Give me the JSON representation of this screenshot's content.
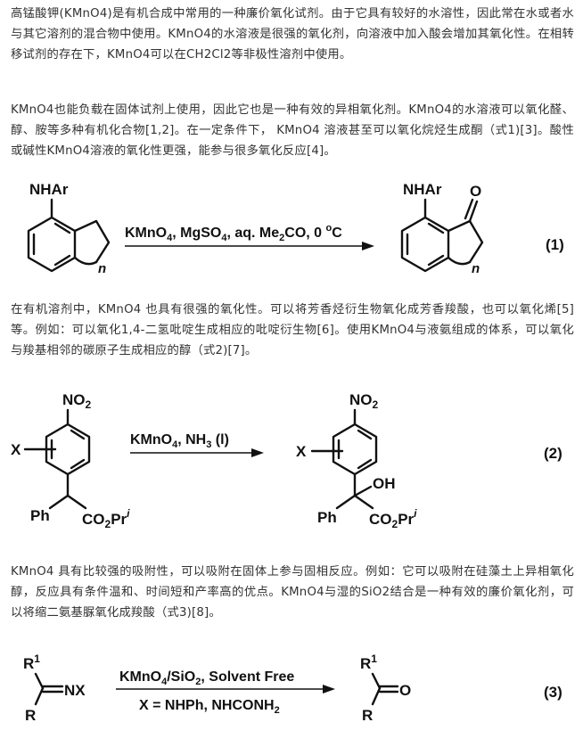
{
  "paragraphs": {
    "p1": "高锰酸钾(KMnO4)是有机合成中常用的一种廉价氧化试剂。由于它具有较好的水溶性，因此常在水或者水与其它溶剂的混合物中使用。KMnO4的水溶液是很强的氧化剂，向溶液中加入酸会增加其氧化性。在相转移试剂的存在下，KMnO4可以在CH2Cl2等非极性溶剂中使用。",
    "p2": "KMnO4也能负载在固体试剂上使用，因此它也是一种有效的异相氧化剂。KMnO4的水溶液可以氧化醛、醇、胺等多种有机化合物[1,2]。在一定条件下， KMnO4 溶液甚至可以氧化烷烃生成酮（式1)[3]。酸性或碱性KMnO4溶液的氧化性更强，能参与很多氧化反应[4]。",
    "p3": "在有机溶剂中，KMnO4 也具有很强的氧化性。可以将芳香烃衍生物氧化成芳香羧酸，也可以氧化烯[5]等。例如：可以氧化1,4-二氢吡啶生成相应的吡啶衍生物[6]。使用KMnO4与液氨组成的体系，可以氧化与羧基相邻的碳原子生成相应的醇（式2)[7]。",
    "p4": "KMnO4 具有比较强的吸附性，可以吸附在固体上参与固相反应。例如：它可以吸附在硅藻土上异相氧化醇，反应具有条件温和、时间短和产率高的优点。KMnO4与湿的SiO2结合是一种有效的廉价氧化剂，可以将缩二氨基脲氧化成羧酸（式3)[8]。"
  },
  "scheme1": {
    "sm_label": "NHAr",
    "sm_ring": "n",
    "cond_a": "KMnO",
    "cond_a_sub": "4",
    "cond_b": ", MgSO",
    "cond_b_sub": "4",
    "cond_c": ", aq. Me",
    "cond_c_sub": "2",
    "cond_d": "CO, 0 ",
    "cond_d_sup": "o",
    "cond_e": "C",
    "prod_label": "NHAr",
    "prod_o": "O",
    "prod_ring": "n",
    "number": "(1)"
  },
  "scheme2": {
    "sm_no2": "NO",
    "no2_sub": "2",
    "sm_x": "X",
    "sm_ph": "Ph",
    "sm_ester": "CO",
    "ester_sub": "2",
    "ester_pr": "Pr",
    "ester_sup": "i",
    "cond_a": "KMnO",
    "cond_a_sub": "4",
    "cond_b": ", NH",
    "cond_b_sub": "3",
    "cond_c": " (l)",
    "prod_no2": "NO",
    "prod_x": "X",
    "prod_oh": "OH",
    "prod_ph": "Ph",
    "prod_ester": "CO",
    "number": "(2)"
  },
  "scheme3": {
    "r1_sup": "1",
    "r": "R",
    "nx": "NX",
    "cond_top_a": "KMnO",
    "cond_top_sub1": "4",
    "cond_top_b": "/SiO",
    "cond_top_sub2": "2",
    "cond_top_c": ", Solvent Free",
    "cond_bot_a": "X = NHPh, NHCONH",
    "cond_bot_sub": "2",
    "prod_o": "O",
    "number": "(3)"
  }
}
